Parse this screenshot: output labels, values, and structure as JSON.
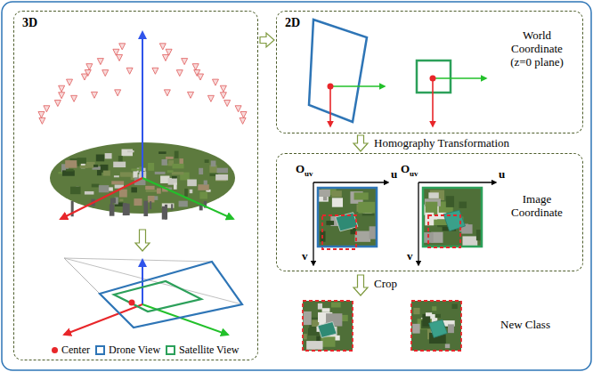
{
  "diagram": {
    "nodes": [
      {
        "text": [
          "3D"
        ]
      },
      {
        "text": [
          "2D",
          "World Coordinate (z=0 plane)"
        ]
      },
      {
        "text": [
          "Image Coordinate"
        ]
      }
    ],
    "edges": [
      {
        "from": 0,
        "to": 1,
        "arrow": "to"
      },
      {
        "from": 1,
        "to": 2,
        "arrow": "to",
        "label": "Homography Transformation"
      }
    ],
    "labels": [
      "O",
      "uv",
      "u",
      "v",
      "O",
      "uv",
      "u",
      "v",
      "Crop",
      "New Class"
    ],
    "legend": [
      {
        "text": "Center"
      },
      {
        "text": "Drone View"
      },
      {
        "text": "Satellite View"
      }
    ]
  }
}
